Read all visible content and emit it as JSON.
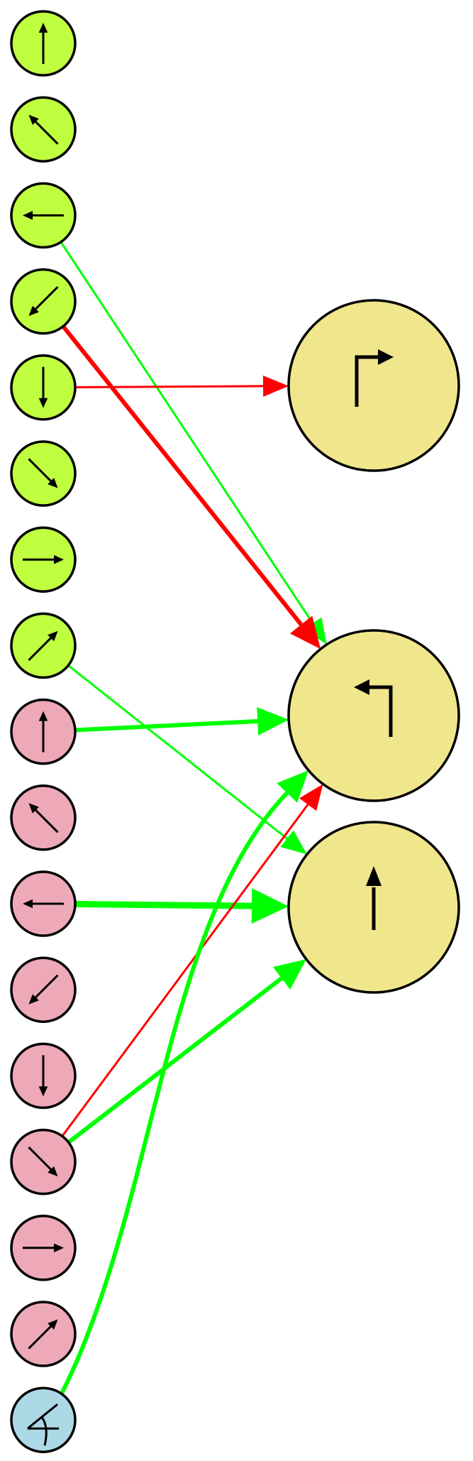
{
  "colors": {
    "green_node": "#bfff3f",
    "pink_node": "#eea9b8",
    "blue_node": "#add8e6",
    "yellow_node": "#f0e68c",
    "excitatory": "#00ff00",
    "inhibitory": "#ff0000",
    "stroke": "#000000"
  },
  "inputs": [
    {
      "id": "g-up",
      "group": "green",
      "glyph": "arrow-up-icon"
    },
    {
      "id": "g-up-left",
      "group": "green",
      "glyph": "arrow-up-left-icon"
    },
    {
      "id": "g-left",
      "group": "green",
      "glyph": "arrow-left-icon"
    },
    {
      "id": "g-down-left",
      "group": "green",
      "glyph": "arrow-down-left-icon"
    },
    {
      "id": "g-down",
      "group": "green",
      "glyph": "arrow-down-icon"
    },
    {
      "id": "g-down-right",
      "group": "green",
      "glyph": "arrow-down-right-icon"
    },
    {
      "id": "g-right",
      "group": "green",
      "glyph": "arrow-right-icon"
    },
    {
      "id": "g-up-right",
      "group": "green",
      "glyph": "arrow-up-right-icon"
    },
    {
      "id": "p-up",
      "group": "pink",
      "glyph": "arrow-up-icon"
    },
    {
      "id": "p-up-left",
      "group": "pink",
      "glyph": "arrow-up-left-icon"
    },
    {
      "id": "p-left",
      "group": "pink",
      "glyph": "arrow-left-icon"
    },
    {
      "id": "p-down-left",
      "group": "pink",
      "glyph": "arrow-down-left-icon"
    },
    {
      "id": "p-down",
      "group": "pink",
      "glyph": "arrow-down-icon"
    },
    {
      "id": "p-down-right",
      "group": "pink",
      "glyph": "arrow-down-right-icon"
    },
    {
      "id": "p-right",
      "group": "pink",
      "glyph": "arrow-right-icon"
    },
    {
      "id": "p-up-right",
      "group": "pink",
      "glyph": "arrow-up-right-icon"
    },
    {
      "id": "b-angle",
      "group": "blue",
      "glyph": "angle-icon"
    }
  ],
  "outputs": [
    {
      "id": "out-turn-right",
      "glyph": "turn-right-icon"
    },
    {
      "id": "out-turn-left",
      "glyph": "turn-left-icon"
    },
    {
      "id": "out-forward",
      "glyph": "forward-icon"
    }
  ],
  "connections": [
    {
      "from": "g-left",
      "to": "out-turn-left",
      "sign": "excitatory",
      "weight": 1
    },
    {
      "from": "g-down-left",
      "to": "out-turn-left",
      "sign": "inhibitory",
      "weight": 2
    },
    {
      "from": "g-down",
      "to": "out-turn-right",
      "sign": "inhibitory",
      "weight": 1
    },
    {
      "from": "g-up-right",
      "to": "out-forward",
      "sign": "excitatory",
      "weight": 1
    },
    {
      "from": "p-up",
      "to": "out-turn-left",
      "sign": "excitatory",
      "weight": 2
    },
    {
      "from": "p-left",
      "to": "out-forward",
      "sign": "excitatory",
      "weight": 3
    },
    {
      "from": "p-down-right",
      "to": "out-turn-left",
      "sign": "inhibitory",
      "weight": 1
    },
    {
      "from": "p-down-right",
      "to": "out-forward",
      "sign": "excitatory",
      "weight": 2
    },
    {
      "from": "b-angle",
      "to": "out-turn-left",
      "sign": "excitatory",
      "weight": 2
    }
  ]
}
